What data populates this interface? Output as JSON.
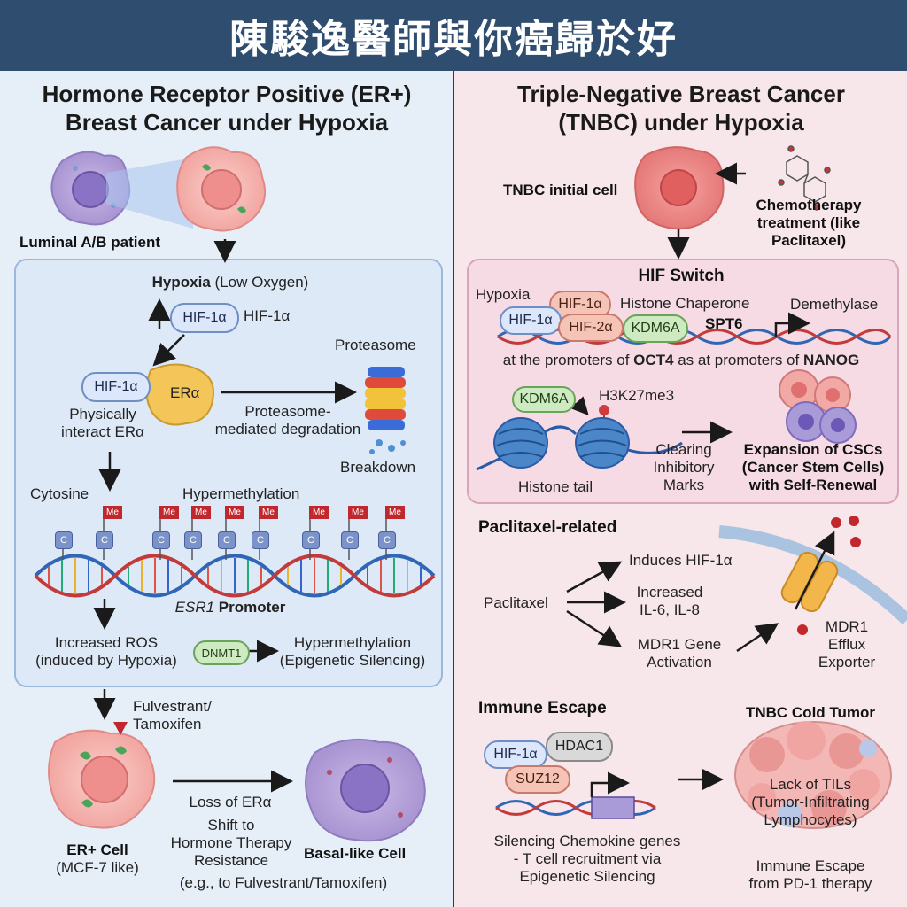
{
  "header": {
    "title": "陳駿逸醫師與你癌歸於好"
  },
  "left": {
    "title_line1": "Hormone Receptor Positive (ER+)",
    "title_line2": "Breast Cancer under Hypoxia",
    "patient_label": "Luminal A/B patient",
    "hypoxia_bold": "Hypoxia",
    "hypoxia_rest": " (Low Oxygen)",
    "hif_pill": "HIF-1α",
    "hif_text": "HIF-1α",
    "hif_pill2": "HIF-1α",
    "era_label": "ERα",
    "physically_line1": "Physically",
    "physically_line2": "interact ERα",
    "proteasome": "Proteasome",
    "degradation_line1": "Proteasome-",
    "degradation_line2": "mediated degradation",
    "breakdown": "Breakdown",
    "cytosine": "Cytosine",
    "hypermethylation": "Hypermethylation",
    "me_tag": "Me",
    "c_tag": "C",
    "esr1_italic": "ESR1",
    "esr1_rest": " Promoter",
    "ros_line1": "Increased ROS",
    "ros_line2": "(induced by Hypoxia)",
    "dnmt1": "DNMT1",
    "silencing_line1": "Hypermethylation",
    "silencing_line2": "(Epigenetic Silencing)",
    "drug_line1": "Fulvestrant/",
    "drug_line2": "Tamoxifen",
    "loss_era": "Loss of ERα",
    "shift_line1": "Shift to",
    "shift_line2": "Hormone Therapy",
    "shift_line3": "Resistance",
    "shift_line4": "(e.g., to Fulvestrant/Tamoxifen)",
    "er_cell_bold": "ER+ Cell",
    "er_cell_sub": "(MCF-7 like)",
    "basal_cell": "Basal-like Cell"
  },
  "right": {
    "title_line1": "Triple-Negative Breast Cancer",
    "title_line2": "(TNBC) under Hypoxia",
    "tnbc_initial": "TNBC initial cell",
    "chemo_line1": "Chemotherapy",
    "chemo_line2": "treatment (like",
    "chemo_line3": "Paclitaxel)",
    "hif_switch": "HIF Switch",
    "hypoxia": "Hypoxia",
    "hif1a": "HIF-1α",
    "hif2a": "HIF-2α",
    "kdm6a": "KDM6A",
    "histone_chaperone": "Histone Chaperone",
    "spt6": "SPT6",
    "demethylase": "Demethylase",
    "promoters_a": "at the promoters of ",
    "oct4": "OCT4",
    "promoters_b": " as at promoters of ",
    "nanog": "NANOG",
    "h3k27me3": "H3K27me3",
    "histone_tail": "Histone tail",
    "clearing_line1": "Clearing",
    "clearing_line2": "Inhibitory",
    "clearing_line3": "Marks",
    "csc_line1": "Expansion of CSCs",
    "csc_line2": "(Cancer Stem Cells)",
    "csc_line3": "with Self-Renewal",
    "paclitaxel_related": "Paclitaxel-related",
    "paclitaxel": "Paclitaxel",
    "induces_hif": "Induces HIF-1α",
    "il_line1": "Increased",
    "il_line2": "IL-6, IL-8",
    "mdr1_line1": "MDR1 Gene",
    "mdr1_line2": "Activation",
    "efflux_line1": "MDR1",
    "efflux_line2": "Efflux",
    "efflux_line3": "Exporter",
    "immune_escape": "Immune Escape",
    "hdac1": "HDAC1",
    "suz12": "SUZ12",
    "silencing_line1": "Silencing Chemokine genes",
    "silencing_line2": "- T cell recruitment via",
    "silencing_line3": "Epigenetic Silencing",
    "cold_tumor": "TNBC Cold Tumor",
    "tils_line1": "Lack of TILs",
    "tils_line2": "(Tumor-Infiltrating",
    "tils_line3": "Lymphocytes)",
    "escape_line1": "Immune Escape",
    "escape_line2": "from PD-1 therapy"
  },
  "colors": {
    "header_bg": "#2f4d6f",
    "left_panel_bg": "#e6eff8",
    "right_panel_bg": "#f7e6ea",
    "me_tag": "#c0282d",
    "c_tag": "#7b93c9"
  },
  "icons": [
    "cell-icon",
    "proteasome-icon",
    "dna-helix-icon",
    "nucleosome-icon",
    "molecule-icon",
    "efflux-pump-icon",
    "arrow-icon"
  ]
}
